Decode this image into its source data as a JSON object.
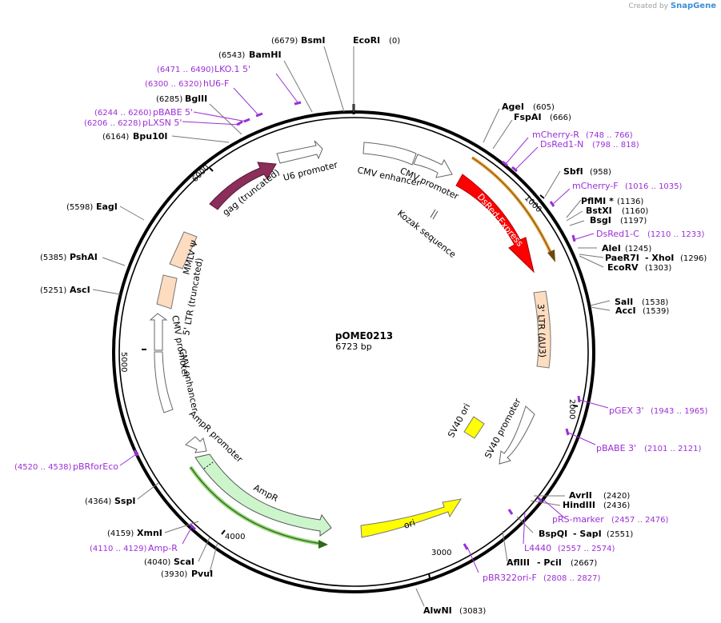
{
  "credit": {
    "prefix": "Created by",
    "brand": "SnapGene"
  },
  "plasmid": {
    "name": "pOME0213",
    "length_label": "6723 bp",
    "length": 6723
  },
  "ticks": [
    "1000",
    "2000",
    "3000",
    "4000",
    "5000",
    "6000"
  ],
  "sites": [
    {
      "name": "EcoRI",
      "pos": "(0)"
    },
    {
      "name": "BsmI",
      "pos": "(6679)"
    },
    {
      "name": "BamHI",
      "pos": "(6543)"
    },
    {
      "name": "BglII",
      "pos": "(6285)"
    },
    {
      "name": "Bpu10I",
      "pos": "(6164)"
    },
    {
      "name": "EagI",
      "pos": "(5598)"
    },
    {
      "name": "PshAI",
      "pos": "(5385)"
    },
    {
      "name": "AscI",
      "pos": "(5251)"
    },
    {
      "name": "SspI",
      "pos": "(4364)"
    },
    {
      "name": "XmnI",
      "pos": "(4159)"
    },
    {
      "name": "ScaI",
      "pos": "(4040)"
    },
    {
      "name": "PvuI",
      "pos": "(3930)"
    },
    {
      "name": "AgeI",
      "pos": "(605)"
    },
    {
      "name": "FspAI",
      "pos": "(666)"
    },
    {
      "name": "SbfI",
      "pos": "(958)"
    },
    {
      "name": "PflMI *",
      "pos": "(1136)"
    },
    {
      "name": "BstXI",
      "pos": "(1160)"
    },
    {
      "name": "BsgI",
      "pos": "(1197)"
    },
    {
      "name": "AleI",
      "pos": "(1245)"
    },
    {
      "name": "PaeR7I",
      "pos": ""
    },
    {
      "name": "- XhoI",
      "pos": "(1296)"
    },
    {
      "name": "EcoRV",
      "pos": "(1303)"
    },
    {
      "name": "SalI",
      "pos": "(1538)"
    },
    {
      "name": "AccI",
      "pos": "(1539)"
    },
    {
      "name": "AvrII",
      "pos": "(2420)"
    },
    {
      "name": "HindIII",
      "pos": "(2436)"
    },
    {
      "name": "BspQI",
      "pos": ""
    },
    {
      "name": "- SapI",
      "pos": "(2551)"
    },
    {
      "name": "AflIII",
      "pos": ""
    },
    {
      "name": "- PciI",
      "pos": "(2667)"
    },
    {
      "name": "AlwNI",
      "pos": "(3083)"
    }
  ],
  "primers": [
    {
      "name": "LKO.1 5'",
      "pos": "(6471 .. 6490)"
    },
    {
      "name": "hU6-F",
      "pos": "(6300 .. 6320)"
    },
    {
      "name": "pBABE 5'",
      "pos": "(6244 .. 6260)"
    },
    {
      "name": "pLXSN 5'",
      "pos": "(6206 .. 6228)"
    },
    {
      "name": "pBRforEco",
      "pos": "(4520 .. 4538)"
    },
    {
      "name": "Amp-R",
      "pos": "(4110 .. 4129)"
    },
    {
      "name": "mCherry-R",
      "pos": "(748 .. 766)"
    },
    {
      "name": "DsRed1-N",
      "pos": "(798 .. 818)"
    },
    {
      "name": "mCherry-F",
      "pos": "(1016 .. 1035)"
    },
    {
      "name": "DsRed1-C",
      "pos": "(1210 .. 1233)"
    },
    {
      "name": "pGEX 3'",
      "pos": "(1943 .. 1965)"
    },
    {
      "name": "pBABE 3'",
      "pos": "(2101 .. 2121)"
    },
    {
      "name": "pRS-marker",
      "pos": "(2457 .. 2476)"
    },
    {
      "name": "L4440",
      "pos": "(2557 .. 2574)"
    },
    {
      "name": "pBR322ori-F",
      "pos": "(2808 .. 2827)"
    }
  ],
  "features": [
    {
      "name": "U6 promoter",
      "color": "#ffffff"
    },
    {
      "name": "gag (truncated)",
      "color": "#8b2e5a"
    },
    {
      "name": "CMV enhancer",
      "color": "#ffffff"
    },
    {
      "name": "CMV promoter",
      "color": "#ffffff"
    },
    {
      "name": "Kozak sequence",
      "color": "#ffffff"
    },
    {
      "name": "DsRed-Express",
      "color": "#ff0000"
    },
    {
      "name": "MMLV Ψ",
      "color": "#fddcc0"
    },
    {
      "name": "5' LTR (truncated)",
      "color": "#fddcc0"
    },
    {
      "name": "CMV promoter",
      "color": "#ffffff"
    },
    {
      "name": "CMV enhancer",
      "color": "#ffffff"
    },
    {
      "name": "3' LTR (ΔU3)",
      "color": "#fddcc0"
    },
    {
      "name": "SV40 ori",
      "color": "#ffff00"
    },
    {
      "name": "SV40 promoter",
      "color": "#ffffff"
    },
    {
      "name": "AmpR promoter",
      "color": "#ffffff"
    },
    {
      "name": "AmpR",
      "color": "#ccf5cc"
    },
    {
      "name": "ori",
      "color": "#ffff00"
    }
  ],
  "colors": {
    "primer": "#9b2fd6",
    "backbone": "#000000",
    "orf_arc": "#e8a33d",
    "amp_arc": "#2f6b1a"
  }
}
